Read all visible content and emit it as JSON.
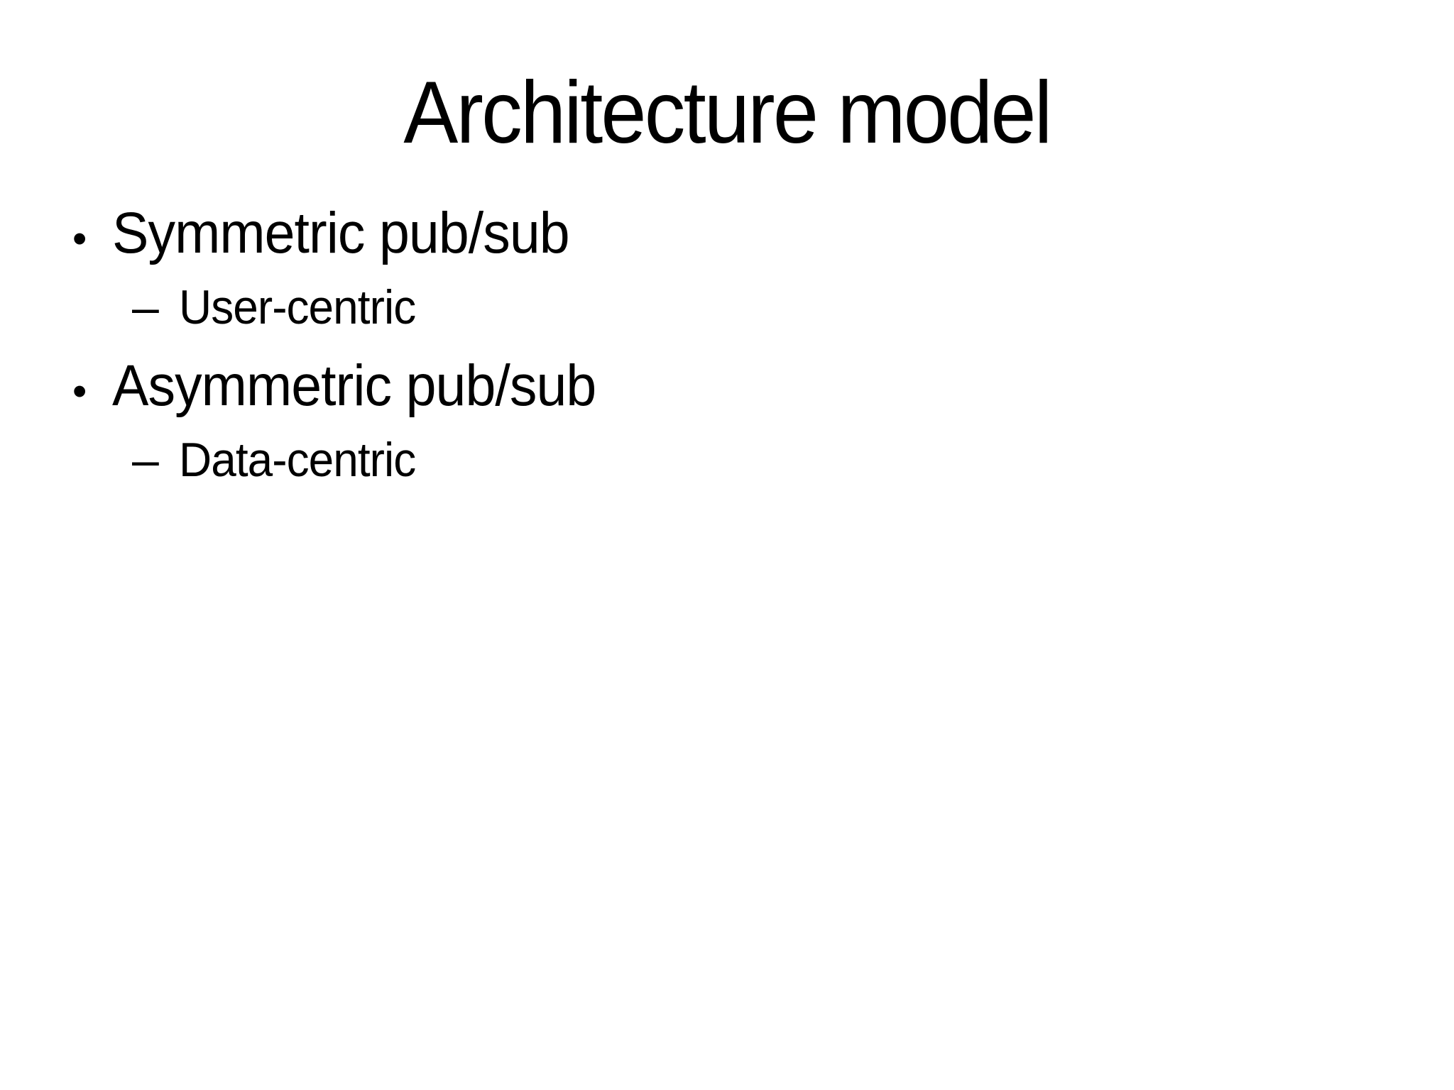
{
  "slide": {
    "title": "Architecture model",
    "markers": {
      "bullet": "•",
      "dash": "–"
    },
    "bullets": [
      {
        "label": "Symmetric pub/sub",
        "children": [
          "User-centric"
        ]
      },
      {
        "label": "Asymmetric pub/sub",
        "children": [
          "Data-centric"
        ]
      }
    ],
    "colors": {
      "background": "#ffffff",
      "text": "#000000"
    }
  }
}
